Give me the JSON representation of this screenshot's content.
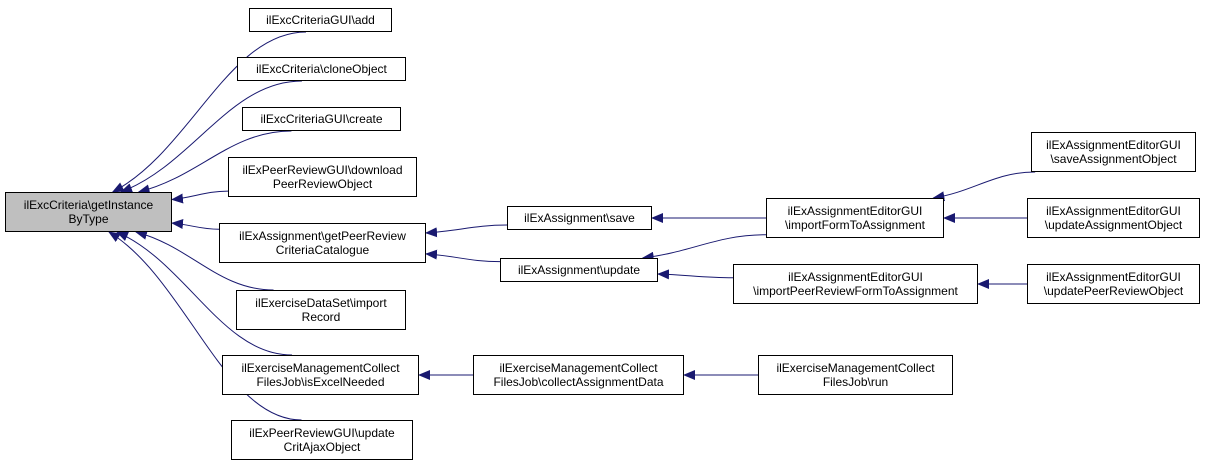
{
  "colors": {
    "edge": "#191970",
    "node_border": "#000000",
    "root_fill": "#bfbfbf",
    "node_fill": "#ffffff"
  },
  "nodes": {
    "root": {
      "line1": "ilExcCriteria\\getInstance",
      "line2": "ByType"
    },
    "add": {
      "line1": "ilExcCriteriaGUI\\add"
    },
    "clone": {
      "line1": "ilExcCriteria\\cloneObject"
    },
    "create": {
      "line1": "ilExcCriteriaGUI\\create"
    },
    "download": {
      "line1": "ilExPeerReviewGUI\\download",
      "line2": "PeerReviewObject"
    },
    "catalogue": {
      "line1": "ilExAssignment\\getPeerReview",
      "line2": "CriteriaCatalogue"
    },
    "dataset": {
      "line1": "ilExerciseDataSet\\import",
      "line2": "Record"
    },
    "excel": {
      "line1": "ilExerciseManagementCollect",
      "line2": "FilesJob\\isExcelNeeded"
    },
    "crit_ajax": {
      "line1": "ilExPeerReviewGUI\\update",
      "line2": "CritAjaxObject"
    },
    "save": {
      "line1": "ilExAssignment\\save"
    },
    "update": {
      "line1": "ilExAssignment\\update"
    },
    "collect": {
      "line1": "ilExerciseManagementCollect",
      "line2": "FilesJob\\collectAssignmentData"
    },
    "import_form": {
      "line1": "ilExAssignmentEditorGUI",
      "line2": "\\importFormToAssignment"
    },
    "import_peer": {
      "line1": "ilExAssignmentEditorGUI",
      "line2": "\\importPeerReviewFormToAssignment"
    },
    "run": {
      "line1": "ilExerciseManagementCollect",
      "line2": "FilesJob\\run"
    },
    "save_obj": {
      "line1": "ilExAssignmentEditorGUI",
      "line2": "\\saveAssignmentObject"
    },
    "update_obj": {
      "line1": "ilExAssignmentEditorGUI",
      "line2": "\\updateAssignmentObject"
    },
    "update_peer_obj": {
      "line1": "ilExAssignmentEditorGUI",
      "line2": "\\updatePeerReviewObject"
    }
  },
  "edges": [
    [
      "add",
      "root"
    ],
    [
      "clone",
      "root"
    ],
    [
      "create",
      "root"
    ],
    [
      "download",
      "root"
    ],
    [
      "catalogue",
      "root"
    ],
    [
      "dataset",
      "root"
    ],
    [
      "excel",
      "root"
    ],
    [
      "crit_ajax",
      "root"
    ],
    [
      "save",
      "catalogue"
    ],
    [
      "update",
      "catalogue"
    ],
    [
      "collect",
      "excel"
    ],
    [
      "import_form",
      "save"
    ],
    [
      "import_form",
      "update"
    ],
    [
      "import_peer",
      "update"
    ],
    [
      "run",
      "collect"
    ],
    [
      "save_obj",
      "import_form"
    ],
    [
      "update_obj",
      "import_form"
    ],
    [
      "update_peer_obj",
      "import_peer"
    ]
  ]
}
